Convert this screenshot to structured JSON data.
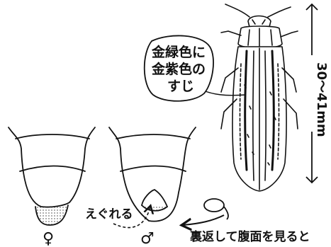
{
  "callout": {
    "line1": "金緑色に",
    "line2": "金紫色の",
    "line3": "すじ"
  },
  "length_label": "30〜41mm",
  "female_symbol": "♀",
  "male_symbol": "♂",
  "notch_label": "えぐれる",
  "caption": "裏返して腹面を見ると"
}
